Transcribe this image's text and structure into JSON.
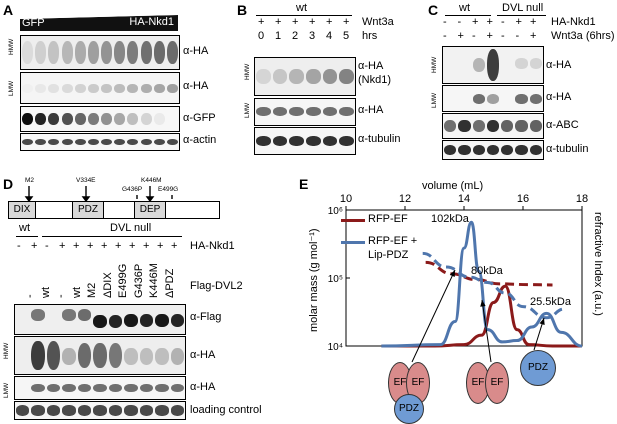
{
  "panels": {
    "A": {
      "letter": "A",
      "gfp_label": "GFP",
      "ha_label": "HA-Nkd1",
      "blots": [
        "α-HA",
        "α-HA",
        "α-GFP",
        "α-actin"
      ],
      "side_labels": [
        "HMW",
        "LMW"
      ]
    },
    "B": {
      "letter": "B",
      "wt": "wt",
      "plus": "+",
      "row_labels": [
        "Wnt3a",
        "hrs"
      ],
      "hours": [
        "0",
        "1",
        "2",
        "3",
        "4",
        "5"
      ],
      "blots": [
        "α-HA",
        "(Nkd1)",
        "α-HA",
        "α-tubulin"
      ],
      "side_labels": [
        "HMW",
        "LMW"
      ]
    },
    "C": {
      "letter": "C",
      "wt": "wt",
      "dvl_null": "DVL null",
      "row1": [
        "-",
        "-",
        "+",
        "+",
        "-",
        "+",
        "+"
      ],
      "row2": [
        "-",
        "+",
        "-",
        "+",
        "-",
        "-",
        "+"
      ],
      "row_labels": [
        "HA-Nkd1",
        "Wnt3a (6hrs)"
      ],
      "blots": [
        "α-HA",
        "α-HA",
        "α-ABC",
        "α-tubulin"
      ],
      "side_labels": [
        "HMW",
        "LMW"
      ]
    },
    "D": {
      "letter": "D",
      "domains": [
        "DIX",
        "PDZ",
        "DEP"
      ],
      "mutations": [
        "M2",
        "V334E",
        "K446M",
        "G436P",
        "E499G"
      ],
      "wt": "wt",
      "dvl_null": "DVL null",
      "ha_row": [
        "-",
        "+",
        "-",
        "+",
        "+",
        "+",
        "+",
        "+",
        "+",
        "+",
        "+",
        "+"
      ],
      "ha_label": "HA-Nkd1",
      "flag_cols": [
        "-",
        "wt",
        "-",
        "wt",
        "M2",
        "ΔDIX",
        "E499G",
        "G436P",
        "K446M",
        "ΔPDZ"
      ],
      "flag_label": "Flag-DVL2",
      "blots": [
        "α-Flag",
        "α-HA",
        "α-HA",
        "loading control"
      ],
      "side_labels": [
        "HMW",
        "LMW"
      ]
    },
    "E": {
      "letter": "E",
      "top_axis_label": "volume (mL)",
      "y_left_label": "molar mass (g mol⁻¹)",
      "y_right_label": "refractive Index (a.u.)",
      "legend": [
        "RFP-EF",
        "RFP-EF +",
        "Lip-PDZ"
      ],
      "peak_labels": [
        "102kDa",
        "80kDa",
        "25.5kDa"
      ],
      "cartoon_labels": [
        "EF",
        "EF",
        "PDZ",
        "EF",
        "EF",
        "PDZ"
      ]
    }
  },
  "chart_data": {
    "type": "line",
    "xlabel": "volume (mL)",
    "ylabel": "molar mass (g mol⁻¹)",
    "y2label": "refractive Index (a.u.)",
    "xlim": [
      10,
      18
    ],
    "xticks": [
      "10",
      "12",
      "14",
      "16",
      "18"
    ],
    "yscale": "log",
    "ylim": [
      10000,
      1000000
    ],
    "yticks": [
      "10⁴",
      "10⁵",
      "10⁶"
    ],
    "series": [
      {
        "name": "RFP-EF",
        "color": "#8b1a1a",
        "refractive_x": [
          11.2,
          13.0,
          14.0,
          14.6,
          15.0,
          15.4,
          15.8,
          16.2,
          17.0,
          18.0
        ],
        "refractive_y": [
          0.0,
          0.0,
          0.01,
          0.08,
          0.32,
          0.44,
          0.12,
          0.01,
          0.0,
          0.0
        ],
        "mass_x": [
          12.7,
          13.6,
          14.4,
          15.2,
          16.2,
          17.0
        ],
        "mass_y": [
          170000,
          115000,
          95000,
          82000,
          80000,
          79000
        ]
      },
      {
        "name": "RFP-EF + Lip-PDZ",
        "color": "#4f76ad",
        "refractive_x": [
          11.2,
          13.2,
          13.7,
          14.0,
          14.25,
          14.5,
          14.8,
          15.3,
          15.8,
          16.3,
          16.8,
          17.3,
          18.0
        ],
        "refractive_y": [
          0.0,
          0.01,
          0.18,
          0.72,
          0.91,
          0.55,
          0.12,
          0.03,
          0.04,
          0.14,
          0.24,
          0.1,
          0.0
        ],
        "mass_x": [
          12.6,
          13.4,
          14.2,
          14.8,
          15.4,
          16.0,
          16.8,
          17.4
        ],
        "mass_y": [
          230000,
          145000,
          103000,
          86000,
          60000,
          38000,
          26000,
          35000
        ]
      }
    ]
  }
}
